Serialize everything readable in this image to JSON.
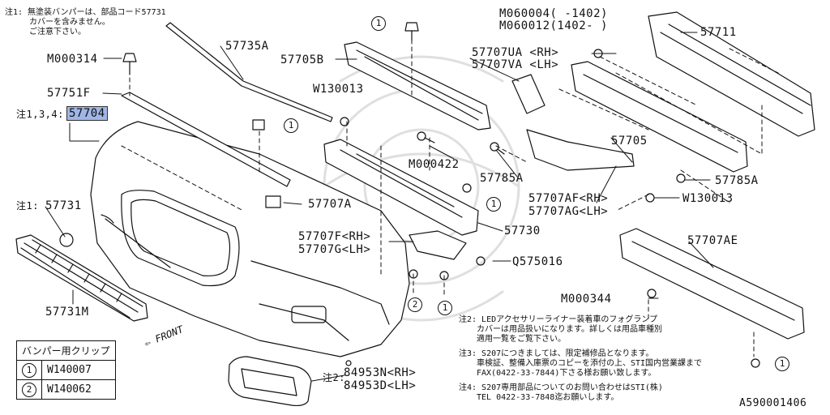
{
  "notes": {
    "note1": [
      "注1: 無塗装バンパーは、部品コード57731",
      "カバーを含みません。",
      "ご注意下さい。"
    ],
    "note2": [
      "注2: LEDアクセサリーライナー装着車のフォグランプ",
      "カバーは用品扱いになります。詳しくは用品車種別",
      "適用一覧をご覧下さい。"
    ],
    "note3": [
      "注3: S207につきましては、限定補修品となります。",
      "車検証、整備入庫票のコピーを添付の上、STI国内営業課まで",
      "FAX(0422-33-7844)下さる様お願い致します。"
    ],
    "note4": [
      "注4: S207専用部品についてのお問い合わせはSTI(株)",
      "TEL 0422-33-7848迄お願いします。"
    ]
  },
  "labels": {
    "m060004": "M060004(   -1402)",
    "m060012": "M060012(1402-    )",
    "p57711": "57711",
    "p57735a": "57735A",
    "m000314": "M000314",
    "p57705b": "57705B",
    "p57707ua": "57707UA <RH>",
    "p57707va": "57707VA <LH>",
    "w130013a": "W130013",
    "p57751f": "57751F",
    "note_prefix_57704": "注1,3,4:",
    "p57704": "57704",
    "p57705": "57705",
    "m000422": "M000422",
    "p57785a_1": "57785A",
    "p57785a_2": "57785A",
    "p57707af": "57707AF<RH>",
    "p57707ag": "57707AG<LH>",
    "w130013b": "W130013",
    "note_prefix_57731": "注1:",
    "p57731": "57731",
    "p57707a": "57707A",
    "p57730": "57730",
    "p57707f": "57707F<RH>",
    "p57707g": "57707G<LH>",
    "q575016": "Q575016",
    "p57707ae": "57707AE",
    "m000344": "M000344",
    "p57731m": "57731M",
    "note_prefix_84953": "注2:",
    "p84953n": "84953N<RH>",
    "p84953d": "84953D<LH>",
    "front": "FRONT"
  },
  "callouts": [
    "1",
    "1",
    "1",
    "2",
    "1",
    "1"
  ],
  "clip_table": {
    "header": "バンパー用クリップ",
    "rows": [
      {
        "ref": "1",
        "part": "W140007"
      },
      {
        "ref": "2",
        "part": "W140062"
      }
    ]
  },
  "diagram_code": "A590001406"
}
